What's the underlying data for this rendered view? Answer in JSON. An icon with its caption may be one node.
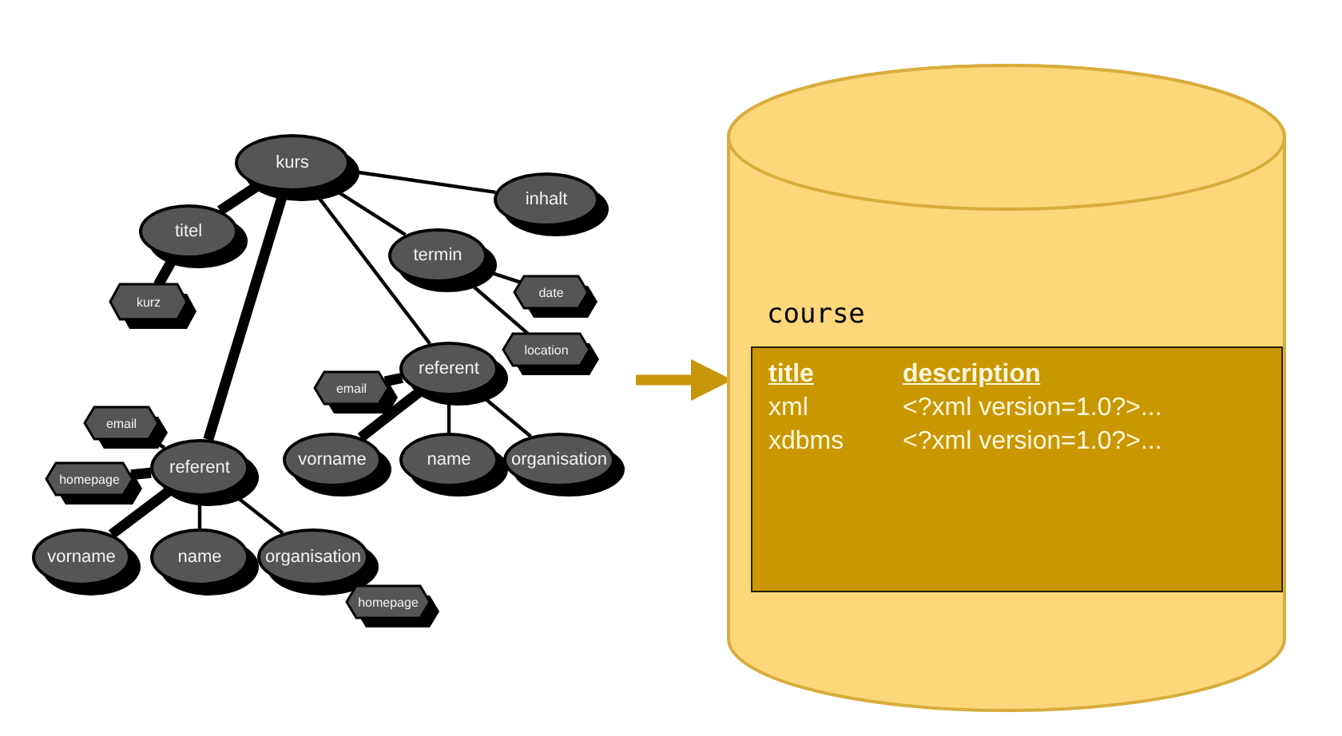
{
  "diagram": {
    "nodes": [
      {
        "text": [
          "kurs"
        ]
      },
      {
        "text": [
          "inhalt"
        ]
      },
      {
        "text": [
          "titel"
        ]
      },
      {
        "text": [
          "termin"
        ]
      },
      {
        "text": [
          "kurz"
        ]
      },
      {
        "text": [
          "date"
        ]
      },
      {
        "text": [
          "location"
        ]
      },
      {
        "text": [
          "referent"
        ]
      },
      {
        "text": [
          "email"
        ]
      },
      {
        "text": [
          "email"
        ]
      },
      {
        "text": [
          "referent"
        ]
      },
      {
        "text": [
          "vorname"
        ]
      },
      {
        "text": [
          "name"
        ]
      },
      {
        "text": [
          "organisation"
        ]
      },
      {
        "text": [
          "homepage"
        ]
      },
      {
        "text": [
          "vorname"
        ]
      },
      {
        "text": [
          "name"
        ]
      },
      {
        "text": [
          "organisation"
        ]
      },
      {
        "text": [
          "homepage"
        ]
      },
      {
        "text": [
          "course"
        ]
      },
      {
        "text": [
          "title",
          "description",
          "xml",
          "<?xml version=1.0?>...",
          "xdbms",
          "<?xml version=1.0?>..."
        ],
        "in": 19
      }
    ],
    "edges": [
      {
        "from": 0,
        "to": 1,
        "arrow": "none"
      },
      {
        "from": 0,
        "to": 2,
        "arrow": "none",
        "style": "thick"
      },
      {
        "from": 0,
        "to": 3,
        "arrow": "none"
      },
      {
        "from": 0,
        "to": 7,
        "arrow": "none"
      },
      {
        "from": 0,
        "to": 10,
        "arrow": "none",
        "style": "thick"
      },
      {
        "from": 2,
        "to": 4,
        "arrow": "none",
        "style": "thick"
      },
      {
        "from": 3,
        "to": 5,
        "arrow": "none"
      },
      {
        "from": 3,
        "to": 6,
        "arrow": "none"
      },
      {
        "from": 7,
        "to": 8,
        "arrow": "none",
        "style": "thick"
      },
      {
        "from": 7,
        "to": 11,
        "arrow": "none",
        "style": "thick"
      },
      {
        "from": 7,
        "to": 12,
        "arrow": "none"
      },
      {
        "from": 7,
        "to": 13,
        "arrow": "none"
      },
      {
        "from": 10,
        "to": 9,
        "arrow": "none"
      },
      {
        "from": 10,
        "to": 14,
        "arrow": "none",
        "style": "thick"
      },
      {
        "from": 10,
        "to": 15,
        "arrow": "none",
        "style": "thick"
      },
      {
        "from": 10,
        "to": 16,
        "arrow": "none"
      },
      {
        "from": 10,
        "to": 17,
        "arrow": "none"
      },
      {
        "from": null,
        "to": 19,
        "arrow": "to",
        "style": "thick",
        "color": "#c8960a"
      }
    ]
  }
}
